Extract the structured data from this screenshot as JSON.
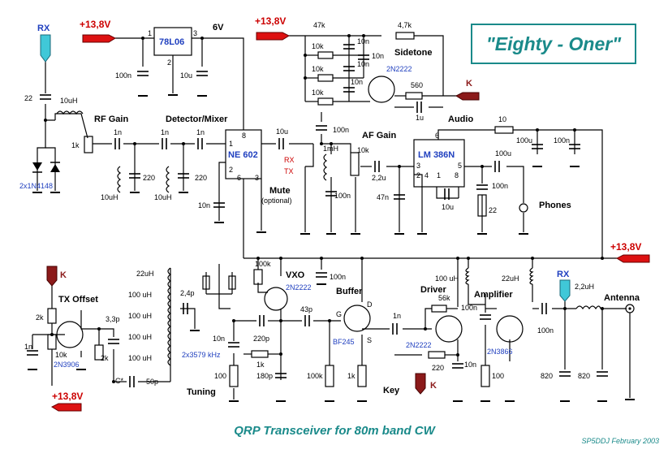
{
  "title": "\"Eighty - Oner\"",
  "caption": "QRP Transceiver for 80m band CW",
  "author": "SP5DDJ  February 2003",
  "colors": {
    "accent": "#1a8a8a",
    "supply": "#cc0000",
    "rx_connector": "#40c8d8",
    "key_connector": "#8b1a1a",
    "part_number": "#1f3fbf"
  },
  "icons": [
    "supply-connector-icon",
    "rx-connector-icon",
    "key-connector-icon",
    "ground-icon",
    "antenna-jack-icon",
    "phones-jack-icon"
  ],
  "supply": {
    "left": "+13,8V",
    "mid": "+13,8V",
    "right": "+13,8V",
    "txoffset": "+13,8V"
  },
  "ics": {
    "regulator": {
      "name": "78L06",
      "pins": [
        "1",
        "2",
        "3"
      ],
      "out_label": "6V"
    },
    "mixer": {
      "name": "NE 602",
      "pins": [
        "8",
        "1",
        "2",
        "6",
        "3"
      ]
    },
    "audio_amp": {
      "name": "LM 386N",
      "pins": [
        "6",
        "3",
        "2",
        "4",
        "1",
        "8",
        "5"
      ]
    }
  },
  "sections": {
    "rf_gain": "RF Gain",
    "detector": "Detector/Mixer",
    "af_gain": "AF Gain",
    "sidetone": "Sidetone",
    "audio": "Audio",
    "mute": "Mute",
    "mute_optional": "(optional)",
    "phones": "Phones",
    "vxo": "VXO",
    "buffer": "Buffer",
    "driver": "Driver",
    "amplifier": "Amplifier",
    "antenna": "Antenna",
    "tx_offset": "TX Offset",
    "tuning": "Tuning",
    "key": "Key"
  },
  "connectors": {
    "rx_left": "RX",
    "rx_right": "RX",
    "k_sidetone": "K",
    "k_txoffset": "K",
    "k_driver": "K",
    "mute_rx": "RX",
    "mute_tx": "TX"
  },
  "parts": {
    "c22_in": "22",
    "l10u_in": "10uH",
    "diodes": "2x1N4148",
    "pot_rf": "1k",
    "c1n_a": "1n",
    "c1n_b": "1n",
    "c1n_c": "1n",
    "l10u_a": "10uH",
    "l10u_b": "10uH",
    "c220_a": "220",
    "c220_b": "220",
    "c100n_reg": "100n",
    "c10u_reg": "10u",
    "c10n_mix": "10n",
    "r47k": "47k",
    "r4k7": "4,7k",
    "r10k_a": "10k",
    "r10k_b": "10k",
    "r10k_c": "10k",
    "c10n_s1": "10n",
    "c10n_s2": "10n",
    "c10n_s3": "10n",
    "c10n_s4": "10n",
    "q_sidetone": "2N2222",
    "r560": "560",
    "c1u_side": "1u",
    "c100n_side": "100n",
    "c10u_det": "10u",
    "l1mh": "1mH",
    "c100n_det": "100n",
    "pot_af": "10k",
    "c2u2": "2,2u",
    "c47n": "47n",
    "c10u_lm": "10u",
    "r10_sup": "10",
    "c100u_sup": "100u",
    "c100n_sup": "100n",
    "c100u_out": "100u",
    "c100n_out": "100n",
    "r22_out": "22",
    "l22u_a": "22uH",
    "l100u_a": "100 uH",
    "l100u_b": "100 uH",
    "l100u_c": "100 uH",
    "l100u_d": "100 uH",
    "c2p4": "2,4p",
    "xtal": "2x3579 kHz",
    "c50p": "50p",
    "c_star": "C*",
    "c3p3": "3,3p",
    "r2k_a": "2k",
    "r2k_b": "2k",
    "r10k_off": "10k",
    "c1n_off": "1n",
    "q_offset": "2N3906",
    "r100k_vxo": "100k",
    "q_vxo": "2N2222",
    "c100n_vxo": "100n",
    "c220p": "220p",
    "c10n_vxo": "10n",
    "r1k_vxo": "1k",
    "r100_vxo": "100",
    "c180p": "180p",
    "c43p": "43p",
    "q_buf": "BF245",
    "pin_g": "G",
    "pin_d": "D",
    "pin_s": "S",
    "r100k_buf": "100k",
    "r1k_buf": "1k",
    "c1n_drv": "1n",
    "r56k": "56k",
    "q_drv": "2N2222",
    "r220_drv": "220",
    "c100u_drv": "100 uH",
    "c100n_drv": "100n",
    "c10n_drv": "10n",
    "r100_drv": "100",
    "l22u_amp": "22uH",
    "q_amp": "2N3866",
    "c100n_amp": "100n",
    "l2u2": "2,2uH",
    "c820_a": "820",
    "c820_b": "820"
  }
}
